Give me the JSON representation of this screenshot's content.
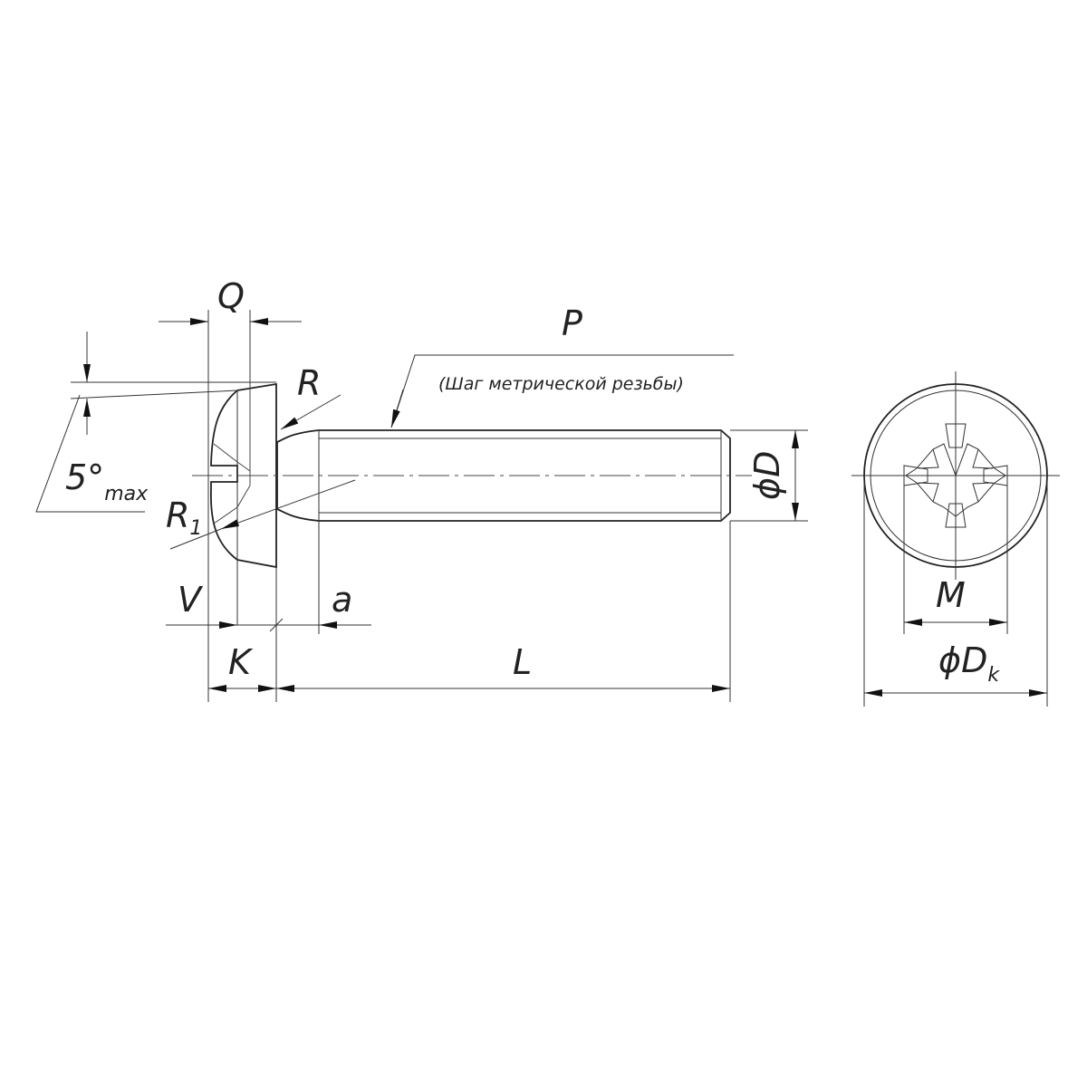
{
  "labels": {
    "Q": "Q",
    "P": "P",
    "P_note": "(Шаг метрической резьбы)",
    "R": "R",
    "R1_base": "R",
    "R1_sub": "1",
    "angle_base": "5°",
    "angle_sub": "max",
    "phiD": "ϕD",
    "V": "V",
    "a": "a",
    "K": "K",
    "L": "L",
    "M": "M",
    "phiDk_base": "ϕD",
    "phiDk_sub": "k"
  },
  "colors": {
    "fill_light": "#eef4fb",
    "fill_mid": "#d6e4f3",
    "fill_dark": "#bcd2ea",
    "line": "#222222"
  }
}
